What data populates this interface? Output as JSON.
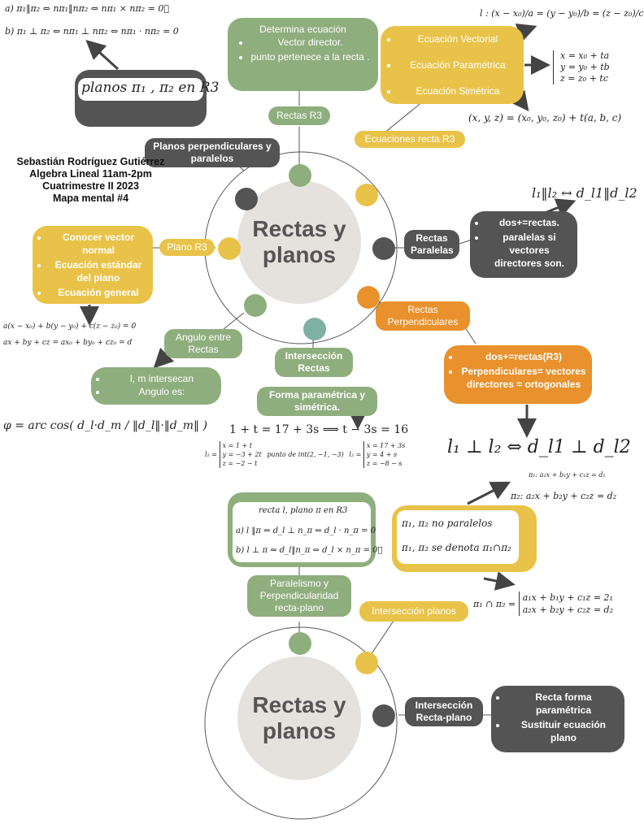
{
  "author": {
    "name": "Sebastián Rodríguez Gutiérrez",
    "course": "Algebra Lineal 11am-2pm",
    "term": "Cuatrimestre II 2023",
    "title": "Mapa mental #4"
  },
  "top": {
    "hub_label": "Rectas y planos",
    "rectas_r3": "Rectas R3",
    "determina": [
      "Determina ecuación",
      "Vector director.",
      "punto pertenece a la recta ."
    ],
    "ecuaciones_recta": "Ecuaciones recta R3",
    "ecuacion_items": [
      "Ecuación Vectorial",
      "Ecuación Paramétrica",
      "Ecuación Simétrica"
    ],
    "eq_simetrica": "l : (x − x₀)/a = (y − y₀)/b = (z − z₀)/c",
    "eq_parametrica": [
      "x = x₀ + ta",
      "y = y₀ + tb",
      "z = z₀ + tc"
    ],
    "eq_vectorial": "(x, y, z) = (x₀, y₀, z₀) + t(a, b, c)",
    "planos_perp": "Planos perpendiculares y paralelos",
    "planos_box": "planos π₁ , π₂ en R3",
    "planos_eq1": "a) π₁‖π₂ ⇔ nπ₁‖nπ₂ ⇔ nπ₁ × nπ₂ = 0⃗",
    "planos_eq2": "b) π₁ ⊥ π₂ ⇔ nπ₁ ⊥ nπ₂ ⇔ nπ₁ · nπ₂ = 0",
    "rectas_paralelas": "Rectas Paralelas",
    "paralelas_items": [
      "dos+=rectas.",
      "paralelas si vectores directores son."
    ],
    "paralelas_eq": "l₁‖l₂ ↔ d_l1‖d_l2",
    "plano_r3": "Plano R3",
    "plano_items": [
      "Conocer vector normal",
      "Ecuación estándar del plano",
      "Ecuación general"
    ],
    "plano_eq1": "a(x − x₀) + b(y − y₀) + c(z − z₀) = 0",
    "plano_eq2": "ax + by + cz = ax₀ + by₀ + cz₀ = d",
    "rectas_perp": "Rectas Perpendiculares",
    "perp_items": [
      "dos+=rectas(R3)",
      "Perpendiculares= vectores directores = ortogonales"
    ],
    "perp_eq": "l₁ ⊥ l₂ ⇔ d_l1 ⊥ d_l2",
    "angulo": "Angulo entre Rectas",
    "angulo_items": [
      "l, m intersecan",
      "Angulo es:"
    ],
    "angulo_eq": "φ = arc cos( d_l·d_m / ‖d_l‖·‖d_m‖ )",
    "interseccion_rectas": "Intersección Rectas",
    "forma_param": "Forma paramétrica y simétrica.",
    "forma_eq": "1 + t = 17 + 3s ⟹ t − 3s = 16",
    "forma_sys1": [
      "x = 1 + t",
      "y = −3 + 2t",
      "z = −2 − t"
    ],
    "forma_mid": "punto de int(2, −1, −3)",
    "forma_sys2": [
      "x = 17 + 3s",
      "y = 4 + s",
      "z = −8 − s"
    ]
  },
  "bottom": {
    "hub_label": "Rectas y planos",
    "recta_plano_title": "recta l, plano π en R3",
    "recta_plano_eq1": "a) l ‖π ⇔ d_l ⊥ n_π ⇔ d_l · n_π = 0",
    "recta_plano_eq2": "b) l ⊥ π ⇔ d_l‖n_π ⇔ d_l × n_π = 0⃗",
    "paralelismo": "Paralelismo y Perpendicularidad recta-plano",
    "interseccion_planos": "Intersección planos",
    "planos_no_par_1": "π₁, π₂ no paralelos",
    "planos_no_par_2": "π₁, π₂ se denota π₁∩π₂",
    "pi_eq1": "π₁: a₁x + b₁y + c₁z = d₁",
    "pi_eq2": "π₂: a₂x + b₂y + c₂z = d₂",
    "int_sys_lhs": "π₁ ∩ π₂ =",
    "int_sys": [
      "a₁x + b₁y + c₁z = 2₁",
      "a₂x + b₂y + c₂z = d₂"
    ],
    "interseccion_recta_plano": "Intersección Recta-plano",
    "recta_plano_items": [
      "Recta forma paramétrica",
      "Sustituir ecuación plano"
    ]
  },
  "colors": {
    "green": "#8fae7e",
    "yellow": "#e9c349",
    "gray": "#545454",
    "orange": "#e8912d",
    "hub": "#e5e1dc",
    "teal": "#7fb1a3"
  }
}
